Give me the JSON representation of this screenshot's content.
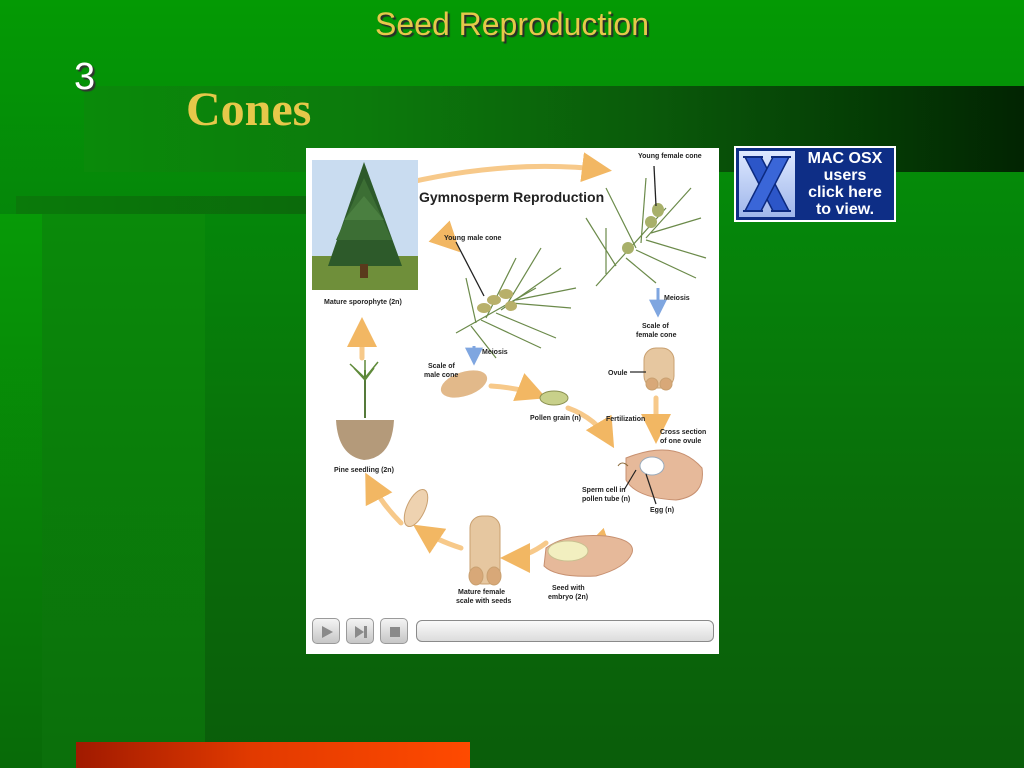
{
  "slide": {
    "title": "Seed Reproduction",
    "number": "3",
    "heading": "Cones"
  },
  "diagram": {
    "title": "Gymnosperm Reproduction",
    "labels": {
      "young_female_cone": "Young female cone",
      "young_male_cone": "Young male cone",
      "mature_sporophyte": "Mature sporophyte (2n)",
      "meiosis_male": "Meiosis",
      "meiosis_female": "Meiosis",
      "scale_male_1": "Scale of",
      "scale_male_2": "male cone",
      "scale_female_1": "Scale of",
      "scale_female_2": "female cone",
      "ovule": "Ovule",
      "pollen_grain": "Pollen grain (n)",
      "fertilization": "Fertilization",
      "cross_section_1": "Cross section",
      "cross_section_2": "of one ovule",
      "pine_seedling": "Pine seedling (2n)",
      "sperm_1": "Sperm cell in",
      "sperm_2": "pollen tube (n)",
      "egg": "Egg (n)",
      "mature_scale_1": "Mature female",
      "mature_scale_2": "scale with seeds",
      "seed_1": "Seed with",
      "seed_2": "embryo (2n)"
    },
    "player": {
      "controls": [
        "play-icon",
        "step-forward-icon",
        "stop-icon"
      ]
    }
  },
  "mac_badge": {
    "icon": "mac-osx-x-icon",
    "line1": "MAC OSX",
    "line2": "users",
    "line3": "click here",
    "line4": "to view."
  },
  "colors": {
    "title": "#e6c84a",
    "background": "#0a6a0a",
    "accent_bar": "#e23a00",
    "badge": "#0e2e86"
  }
}
